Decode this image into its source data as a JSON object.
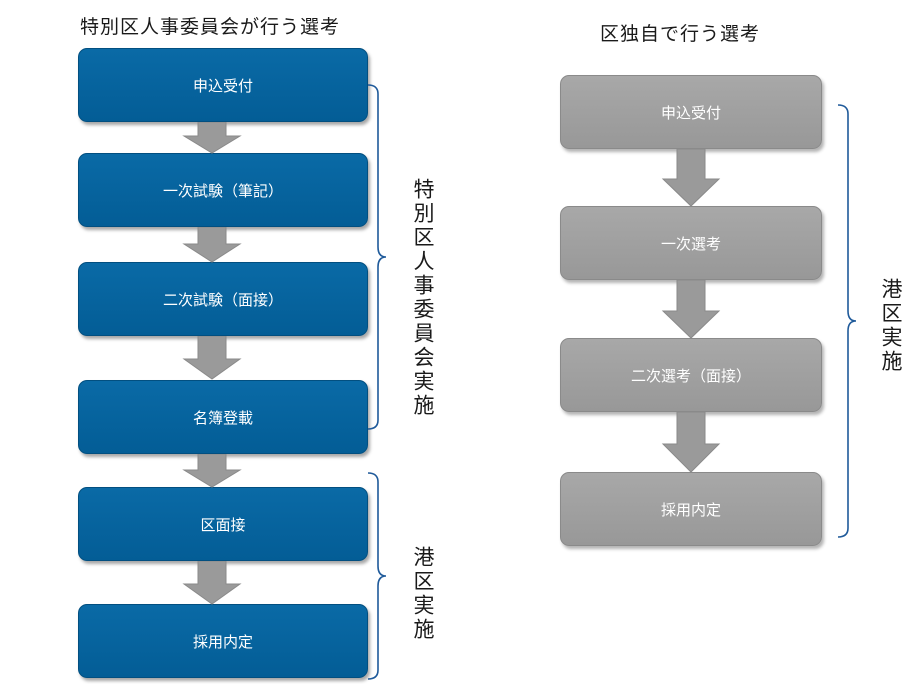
{
  "left": {
    "title": "特別区人事委員会が行う選考",
    "steps": [
      "申込受付",
      "一次試験（筆記）",
      "二次試験（面接）",
      "名簿登載",
      "区面接",
      "採用内定"
    ],
    "brace_labels": [
      "特別区人事委員会実施",
      "港区実施"
    ]
  },
  "right": {
    "title": "区独自で行う選考",
    "steps": [
      "申込受付",
      "一次選考",
      "二次選考（面接）",
      "採用内定"
    ],
    "brace_labels": [
      "港区実施"
    ]
  },
  "colors": {
    "blue_box": "#035d96",
    "gray_box": "#a0a0a0",
    "arrow": "#9a9a9a",
    "brace": "#1f5a9a"
  }
}
